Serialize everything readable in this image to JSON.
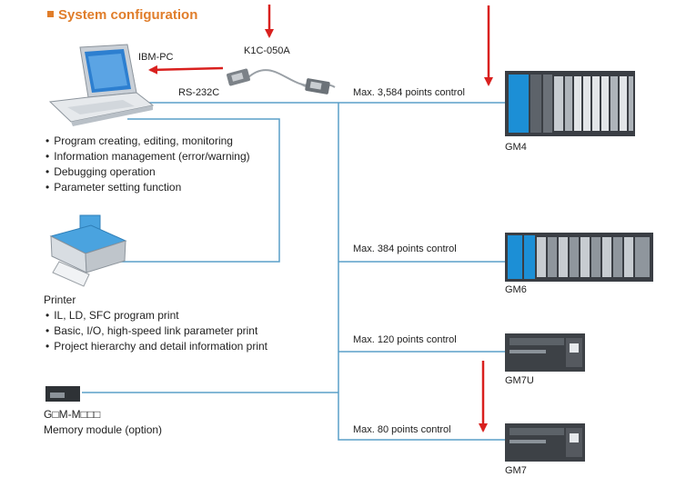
{
  "title": "System configuration",
  "pc": {
    "name": "IBM-PC",
    "link": "RS-232C",
    "cable": "K1C-050A",
    "features": [
      "Program creating, editing, monitoring",
      "Information management (error/warning)",
      "Debugging operation",
      "Parameter setting function"
    ]
  },
  "printer": {
    "name": "Printer",
    "features": [
      "IL, LD, SFC program print",
      "Basic, I/O, high-speed link parameter print",
      "Project hierarchy and detail information print"
    ]
  },
  "memory": {
    "code": "G□M-M□□□",
    "desc": "Memory module (option)"
  },
  "plcs": [
    {
      "name": "GM4",
      "capacity": "Max. 3,584 points control"
    },
    {
      "name": "GM6",
      "capacity": "Max. 384 points control"
    },
    {
      "name": "GM7U",
      "capacity": "Max. 120 points control"
    },
    {
      "name": "GM7",
      "capacity": "Max. 80 points control"
    }
  ],
  "colors": {
    "title": "#e07d2a",
    "line": "#5a9fc8",
    "arrow": "#d9201e"
  }
}
